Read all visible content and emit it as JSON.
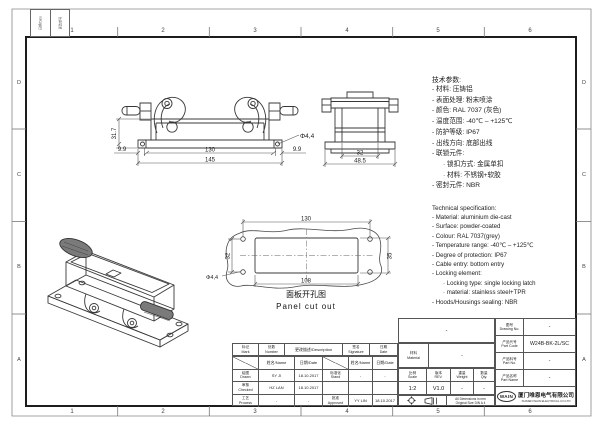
{
  "frame": {
    "zones": [
      "1",
      "2",
      "3",
      "4",
      "5",
      "6"
    ],
    "rows": [
      "D",
      "C",
      "B",
      "A"
    ],
    "corner": {
      "c1": "日期/Date",
      "c2": "更改单号"
    }
  },
  "front_view": {
    "dim_height": "31.7",
    "dim_left": "9.9",
    "dim_holes": "130",
    "dim_overall": "145",
    "dim_right": "9.9",
    "hole_callout": "Φ4,4"
  },
  "side_view": {
    "dim_inner": "32",
    "dim_overall": "48.5"
  },
  "panel_cutout": {
    "dim_width": "130",
    "dim_left": "32",
    "dim_right": "35",
    "dim_bottom": "108",
    "hole_callout": "Φ4,4",
    "label_cn": "面板开孔图",
    "label_en": "Panel cut out"
  },
  "notes_cn": {
    "title": "技术参数:",
    "lines": [
      "- 材料: 压铸铝",
      "- 表面处理: 粉末喷涂",
      "- 颜色: RAL 7037 (灰色)",
      "- 温度范围: -40℃ – +125℃",
      "- 防护等级: IP67",
      "- 出线方向: 底部出线",
      "- 联锁元件:",
      "· 锁扣方式: 金属单扣",
      "· 材料: 不锈钢+软胶",
      "- 密封元件: NBR"
    ]
  },
  "notes_en": {
    "title": "Technical specification:",
    "lines": [
      "- Material: aluminium die-cast",
      "- Surface: powder-coated",
      "- Colour: RAL 7037(grey)",
      "- Temperature range: -40℃ – +125℃",
      "- Degree of protection: IP67",
      "- Cable entry: bottom entry",
      "- Locking element:",
      "· Locking type: single locking latch",
      "· material: stainless steel+TPR",
      "- Hoods/Housings sealing: NBR"
    ]
  },
  "title_block": {
    "top_value": "-",
    "rev_header": {
      "mark_cn": "标记",
      "mark_en": "Mark",
      "number_cn": "处数",
      "number_en": "Number",
      "description": "更改描述/Description",
      "signature_cn": "签名",
      "signature_en": "Signature",
      "date_cn": "日期",
      "date_en": "Date"
    },
    "name_h": "姓名/Name",
    "date_h": "日期/Date",
    "drawn": {
      "cn": "绘图",
      "en": "Drawn",
      "name": "SY JI",
      "date": "18.10.2017"
    },
    "checked": {
      "cn": "审核",
      "en": "Checked",
      "name": "HZ LAN",
      "date": "18.10.2017"
    },
    "process": {
      "cn": "工艺",
      "en": "Process",
      "name": "-",
      "date": "-"
    },
    "standard": {
      "cn": "标准化",
      "en": "Stand",
      "name": "-",
      "date": "-"
    },
    "approved": {
      "cn": "批准",
      "en": "Approved",
      "name": "YY LIN",
      "date": "18.10.2017"
    },
    "material": {
      "cn": "材料",
      "en": "Material",
      "value": "-"
    },
    "scale": {
      "cn": "比例",
      "en": "Scale",
      "value": "1:2"
    },
    "rev": {
      "cn": "版本",
      "en": "REV.",
      "value": "V1.0"
    },
    "weight": {
      "cn": "重量",
      "en": "Weight",
      "value": "-"
    },
    "qty": {
      "cn": "数量",
      "en": "Qty.",
      "value": "-"
    },
    "note1": "All Dimensions in mm",
    "note2": "Original Size DIN A 4",
    "drawing_no": {
      "cn": "图号",
      "en": "Drawing No.",
      "value": "-"
    },
    "part_code": {
      "cn": "产品代号",
      "en": "Part Code",
      "value": "W24B-BK-2L/SC"
    },
    "part_no": {
      "cn": "产品料号",
      "en": "Part No.",
      "value": "-"
    },
    "part_name": {
      "cn": "产品名称",
      "en": "Part Name",
      "value": "-"
    },
    "company": {
      "logo": "WAIN",
      "name_cn": "厦门唯恩电气有限公司",
      "name_en": "XIAMEN WAIN ELECTRICAL CO.LTD"
    }
  }
}
